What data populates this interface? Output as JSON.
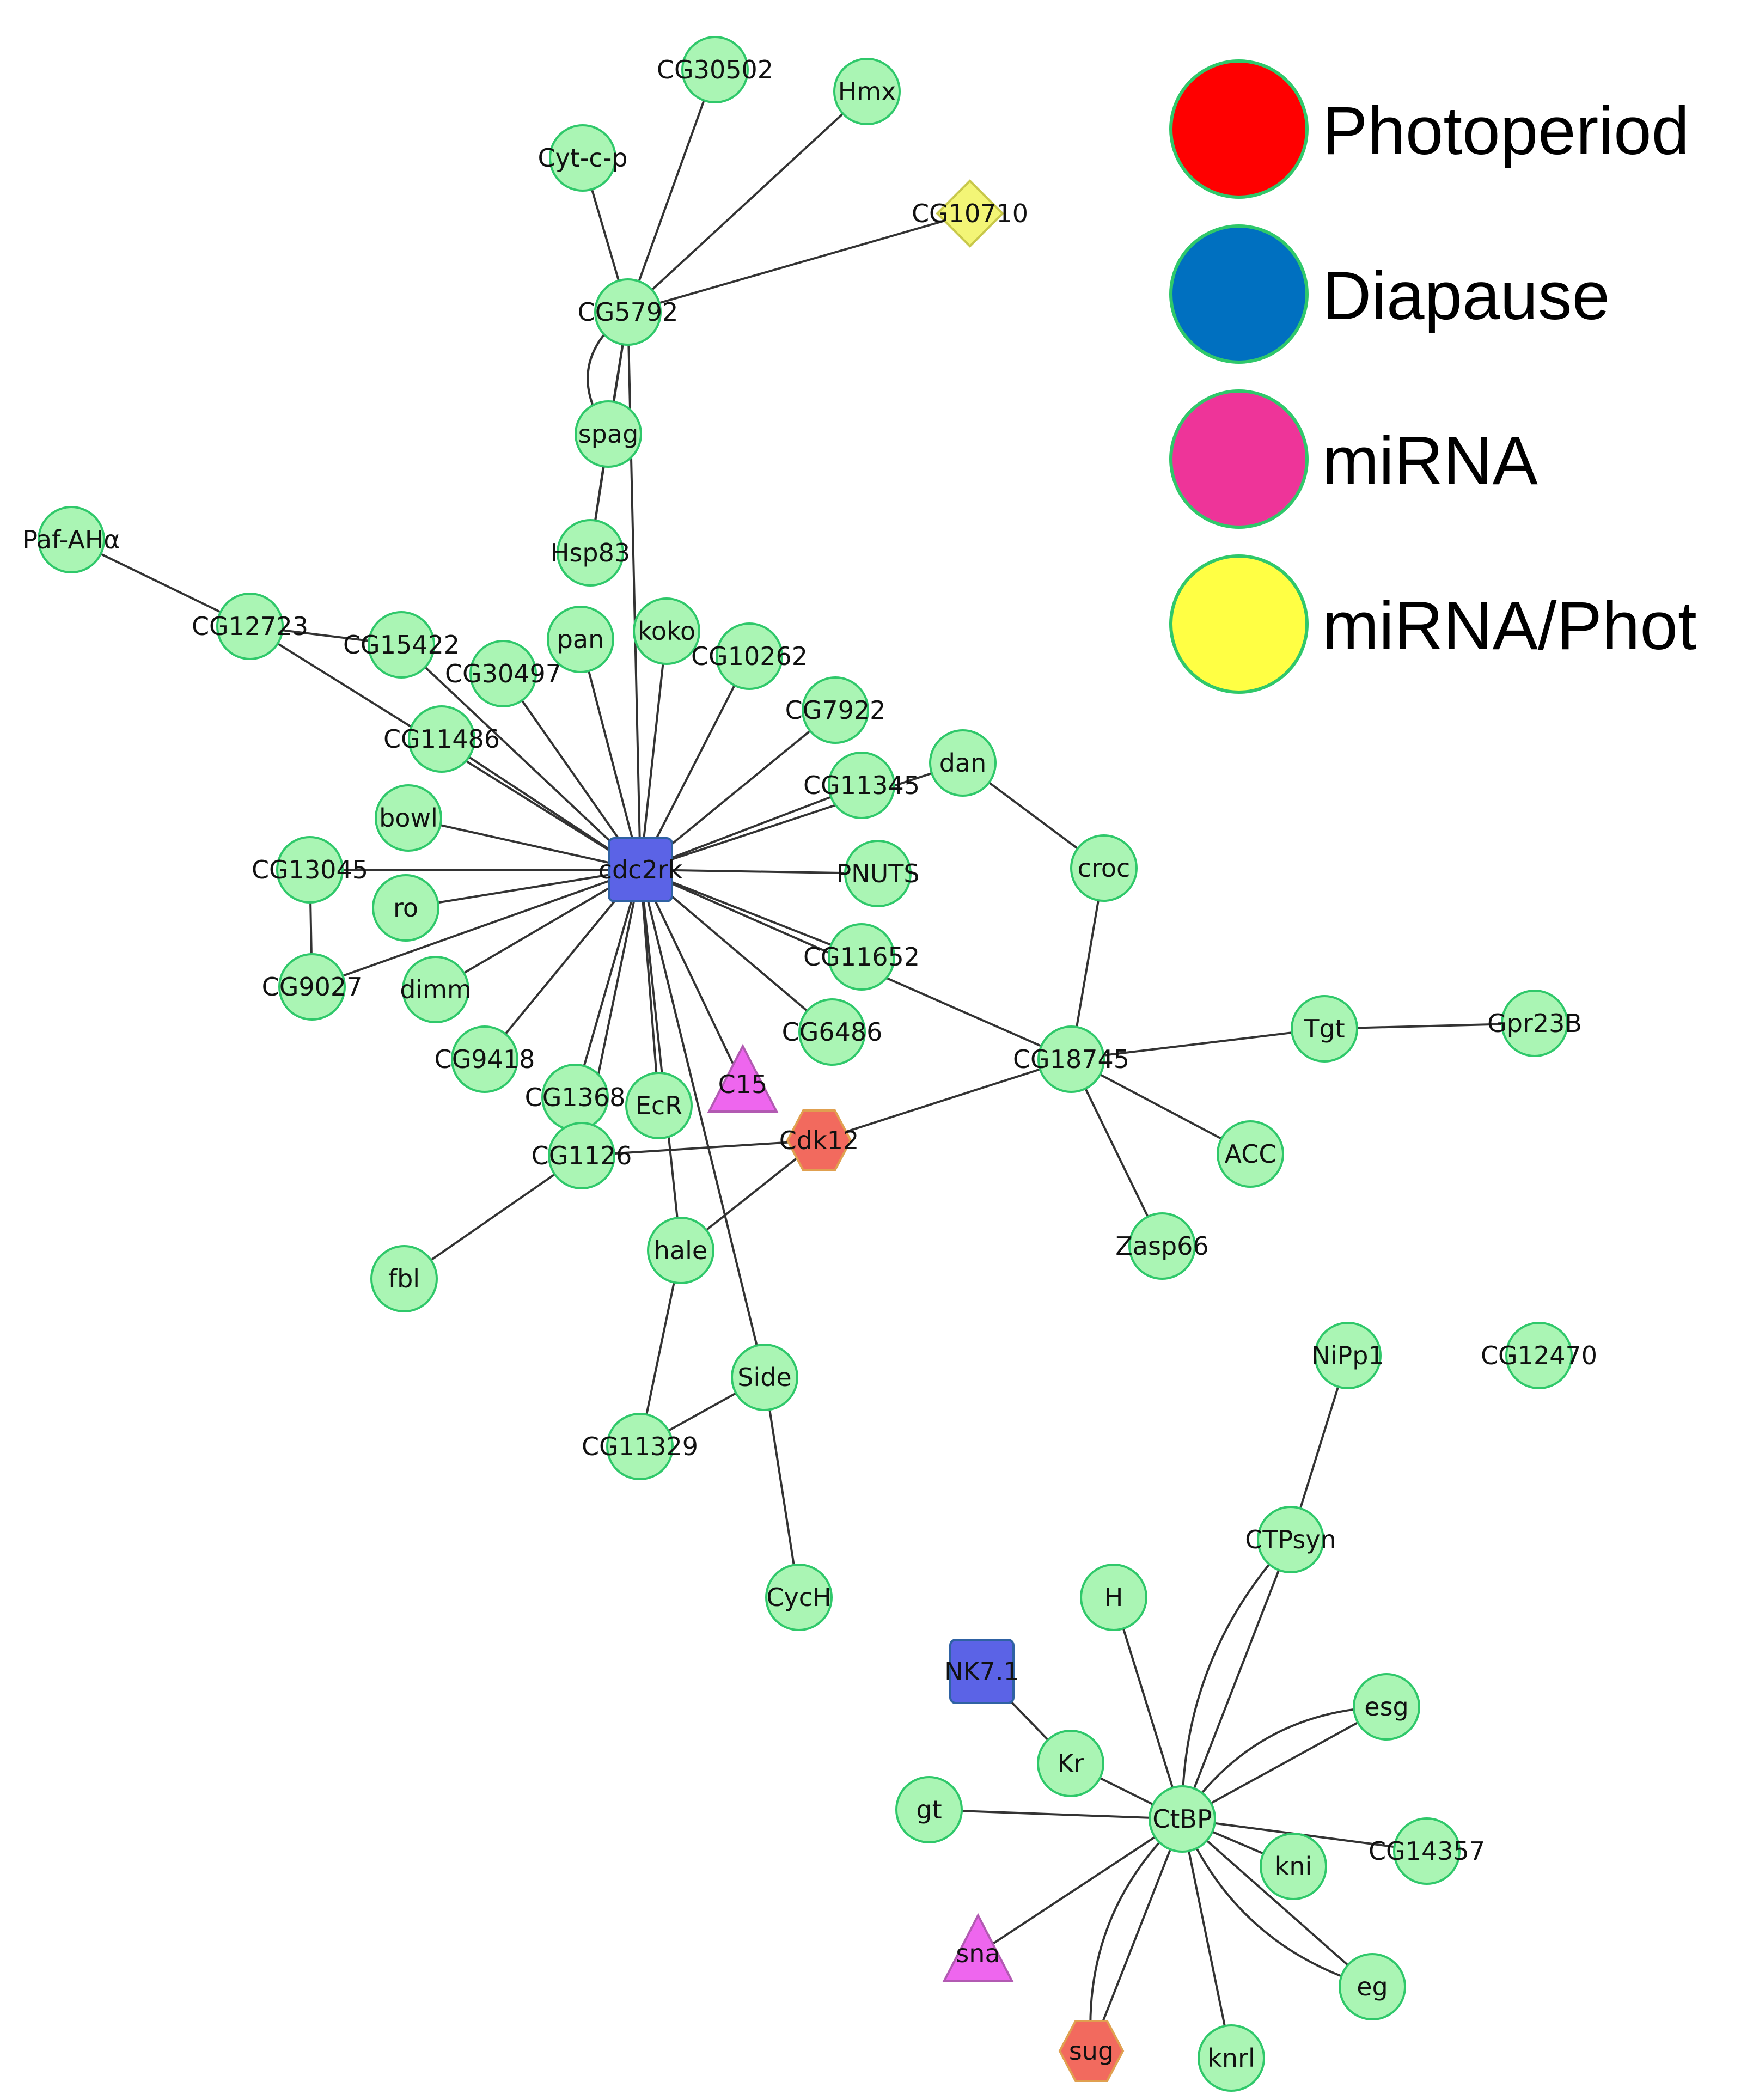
{
  "colors": {
    "gene": "#aaf5b4",
    "gene_stroke": "#2fc86a",
    "diapause": "#5b63e6",
    "diapause_stroke": "#2f62a3",
    "mirna": "#ee66ee",
    "mirna_stroke": "#b25ab2",
    "photoperiod": "#f26a5e",
    "photoperiod_stroke": "#e0a050",
    "mirna_phot": "#f3f576",
    "mirna_phot_stroke": "#c8c84a",
    "edge": "#333333"
  },
  "legend": [
    {
      "label": "Photoperiod",
      "color": "#ff0000"
    },
    {
      "label": "Diapause",
      "color": "#0070c0"
    },
    {
      "label": "miRNA",
      "color": "#ee3499"
    },
    {
      "label": "miRNA/Phot",
      "color": "#ffff44"
    }
  ],
  "nodes": [
    {
      "id": "CG30502",
      "label": "CG30502",
      "shape": "circle",
      "type": "gene"
    },
    {
      "id": "Hmx",
      "label": "Hmx",
      "shape": "circle",
      "type": "gene"
    },
    {
      "id": "Cyt-c-p",
      "label": "Cyt-c-p",
      "shape": "circle",
      "type": "gene"
    },
    {
      "id": "CG10710",
      "label": "CG10710",
      "shape": "diamond",
      "type": "mirna_phot"
    },
    {
      "id": "CG5792",
      "label": "CG5792",
      "shape": "circle",
      "type": "gene"
    },
    {
      "id": "spag",
      "label": "spag",
      "shape": "circle",
      "type": "gene"
    },
    {
      "id": "Hsp83",
      "label": "Hsp83",
      "shape": "circle",
      "type": "gene"
    },
    {
      "id": "Paf-AHa",
      "label": "Paf-AHα",
      "shape": "circle",
      "type": "gene"
    },
    {
      "id": "CG12723",
      "label": "CG12723",
      "shape": "circle",
      "type": "gene"
    },
    {
      "id": "CG15422",
      "label": "CG15422",
      "shape": "circle",
      "type": "gene"
    },
    {
      "id": "CG30497",
      "label": "CG30497",
      "shape": "circle",
      "type": "gene"
    },
    {
      "id": "pan",
      "label": "pan",
      "shape": "circle",
      "type": "gene"
    },
    {
      "id": "koko",
      "label": "koko",
      "shape": "circle",
      "type": "gene"
    },
    {
      "id": "CG10262",
      "label": "CG10262",
      "shape": "circle",
      "type": "gene"
    },
    {
      "id": "CG7922",
      "label": "CG7922",
      "shape": "circle",
      "type": "gene"
    },
    {
      "id": "CG11486",
      "label": "CG11486",
      "shape": "circle",
      "type": "gene"
    },
    {
      "id": "dan",
      "label": "dan",
      "shape": "circle",
      "type": "gene"
    },
    {
      "id": "CG11345",
      "label": "CG11345",
      "shape": "circle",
      "type": "gene"
    },
    {
      "id": "bowl",
      "label": "bowl",
      "shape": "circle",
      "type": "gene"
    },
    {
      "id": "croc",
      "label": "croc",
      "shape": "circle",
      "type": "gene"
    },
    {
      "id": "CG13045",
      "label": "CG13045",
      "shape": "circle",
      "type": "gene"
    },
    {
      "id": "cdc2rk",
      "label": "cdc2rk",
      "shape": "square",
      "type": "diapause"
    },
    {
      "id": "PNUTS",
      "label": "PNUTS",
      "shape": "circle",
      "type": "gene"
    },
    {
      "id": "ro",
      "label": "ro",
      "shape": "circle",
      "type": "gene"
    },
    {
      "id": "CG11652",
      "label": "CG11652",
      "shape": "circle",
      "type": "gene"
    },
    {
      "id": "CG9027",
      "label": "CG9027",
      "shape": "circle",
      "type": "gene"
    },
    {
      "id": "dimm",
      "label": "dimm",
      "shape": "circle",
      "type": "gene"
    },
    {
      "id": "CG6486",
      "label": "CG6486",
      "shape": "circle",
      "type": "gene"
    },
    {
      "id": "Tgt",
      "label": "Tgt",
      "shape": "circle",
      "type": "gene"
    },
    {
      "id": "Gpr23B",
      "label": "Gpr23B",
      "shape": "circle",
      "type": "gene"
    },
    {
      "id": "CG9418",
      "label": "CG9418",
      "shape": "circle",
      "type": "gene"
    },
    {
      "id": "C15",
      "label": "C15",
      "shape": "triangle",
      "type": "mirna"
    },
    {
      "id": "CG18745",
      "label": "CG18745",
      "shape": "circle",
      "type": "gene"
    },
    {
      "id": "CG1368",
      "label": "CG1368",
      "shape": "circle",
      "type": "gene"
    },
    {
      "id": "EcR",
      "label": "EcR",
      "shape": "circle",
      "type": "gene"
    },
    {
      "id": "Cdk12",
      "label": "Cdk12",
      "shape": "hexagon",
      "type": "photoperiod"
    },
    {
      "id": "ACC",
      "label": "ACC",
      "shape": "circle",
      "type": "gene"
    },
    {
      "id": "CG1126",
      "label": "CG1126",
      "shape": "circle",
      "type": "gene"
    },
    {
      "id": "hale",
      "label": "hale",
      "shape": "circle",
      "type": "gene"
    },
    {
      "id": "Zasp66",
      "label": "Zasp66",
      "shape": "circle",
      "type": "gene"
    },
    {
      "id": "fbl",
      "label": "fbl",
      "shape": "circle",
      "type": "gene"
    },
    {
      "id": "NiPp1",
      "label": "NiPp1",
      "shape": "circle",
      "type": "gene"
    },
    {
      "id": "CG12470",
      "label": "CG12470",
      "shape": "circle",
      "type": "gene"
    },
    {
      "id": "Side",
      "label": "Side",
      "shape": "circle",
      "type": "gene"
    },
    {
      "id": "CG11329",
      "label": "CG11329",
      "shape": "circle",
      "type": "gene"
    },
    {
      "id": "CTPsyn",
      "label": "CTPsyn",
      "shape": "circle",
      "type": "gene"
    },
    {
      "id": "H",
      "label": "H",
      "shape": "circle",
      "type": "gene"
    },
    {
      "id": "CycH",
      "label": "CycH",
      "shape": "circle",
      "type": "gene"
    },
    {
      "id": "NK7.1",
      "label": "NK7.1",
      "shape": "square",
      "type": "diapause"
    },
    {
      "id": "esg",
      "label": "esg",
      "shape": "circle",
      "type": "gene"
    },
    {
      "id": "Kr",
      "label": "Kr",
      "shape": "circle",
      "type": "gene"
    },
    {
      "id": "gt",
      "label": "gt",
      "shape": "circle",
      "type": "gene"
    },
    {
      "id": "CtBP",
      "label": "CtBP",
      "shape": "circle",
      "type": "gene"
    },
    {
      "id": "CG14357",
      "label": "CG14357",
      "shape": "circle",
      "type": "gene"
    },
    {
      "id": "kni",
      "label": "kni",
      "shape": "circle",
      "type": "gene"
    },
    {
      "id": "sna",
      "label": "sna",
      "shape": "triangle",
      "type": "mirna"
    },
    {
      "id": "eg",
      "label": "eg",
      "shape": "circle",
      "type": "gene"
    },
    {
      "id": "sug",
      "label": "sug",
      "shape": "hexagon",
      "type": "photoperiod"
    },
    {
      "id": "knrl",
      "label": "knrl",
      "shape": "circle",
      "type": "gene"
    }
  ],
  "edges": [
    [
      "CG5792",
      "CG30502"
    ],
    [
      "CG5792",
      "Hmx"
    ],
    [
      "CG5792",
      "Cyt-c-p"
    ],
    [
      "CG5792",
      "CG10710"
    ],
    [
      "CG5792",
      "spag"
    ],
    [
      "CG5792",
      "spag"
    ],
    [
      "CG5792",
      "Hsp83"
    ],
    [
      "spag",
      "Hsp83"
    ],
    [
      "CG5792",
      "cdc2rk"
    ],
    [
      "Paf-AHa",
      "CG12723"
    ],
    [
      "CG12723",
      "CG15422"
    ],
    [
      "CG12723",
      "cdc2rk"
    ],
    [
      "cdc2rk",
      "CG15422"
    ],
    [
      "cdc2rk",
      "CG30497"
    ],
    [
      "cdc2rk",
      "pan"
    ],
    [
      "cdc2rk",
      "koko"
    ],
    [
      "cdc2rk",
      "CG10262"
    ],
    [
      "cdc2rk",
      "CG7922"
    ],
    [
      "cdc2rk",
      "CG11486"
    ],
    [
      "cdc2rk",
      "dan"
    ],
    [
      "cdc2rk",
      "CG11345"
    ],
    [
      "cdc2rk",
      "bowl"
    ],
    [
      "cdc2rk",
      "CG13045"
    ],
    [
      "cdc2rk",
      "PNUTS"
    ],
    [
      "cdc2rk",
      "ro"
    ],
    [
      "cdc2rk",
      "CG11652"
    ],
    [
      "cdc2rk",
      "CG9027"
    ],
    [
      "cdc2rk",
      "dimm"
    ],
    [
      "cdc2rk",
      "CG6486"
    ],
    [
      "cdc2rk",
      "CG9418"
    ],
    [
      "cdc2rk",
      "C15"
    ],
    [
      "cdc2rk",
      "CG1368"
    ],
    [
      "cdc2rk",
      "EcR"
    ],
    [
      "cdc2rk",
      "CG1126"
    ],
    [
      "cdc2rk",
      "hale"
    ],
    [
      "cdc2rk",
      "Side"
    ],
    [
      "cdc2rk",
      "CG18745"
    ],
    [
      "CG13045",
      "CG9027"
    ],
    [
      "dan",
      "croc"
    ],
    [
      "croc",
      "CG18745"
    ],
    [
      "CG18745",
      "Tgt"
    ],
    [
      "Tgt",
      "Gpr23B"
    ],
    [
      "CG18745",
      "ACC"
    ],
    [
      "CG18745",
      "Zasp66"
    ],
    [
      "CG18745",
      "Cdk12"
    ],
    [
      "CG1126",
      "Cdk12"
    ],
    [
      "Cdk12",
      "hale"
    ],
    [
      "CG1126",
      "fbl"
    ],
    [
      "hale",
      "CG11329"
    ],
    [
      "CG11329",
      "Side"
    ],
    [
      "Side",
      "CycH"
    ],
    [
      "NiPp1",
      "CTPsyn"
    ],
    [
      "CTPsyn",
      "CtBP"
    ],
    [
      "CTPsyn",
      "CtBP"
    ],
    [
      "H",
      "CtBP"
    ],
    [
      "NK7.1",
      "Kr"
    ],
    [
      "Kr",
      "CtBP"
    ],
    [
      "gt",
      "CtBP"
    ],
    [
      "esg",
      "CtBP"
    ],
    [
      "esg",
      "CtBP"
    ],
    [
      "CtBP",
      "CG14357"
    ],
    [
      "CtBP",
      "kni"
    ],
    [
      "CtBP",
      "sna"
    ],
    [
      "CtBP",
      "eg"
    ],
    [
      "CtBP",
      "eg"
    ],
    [
      "CtBP",
      "sug"
    ],
    [
      "CtBP",
      "sug"
    ],
    [
      "CtBP",
      "knrl"
    ]
  ]
}
